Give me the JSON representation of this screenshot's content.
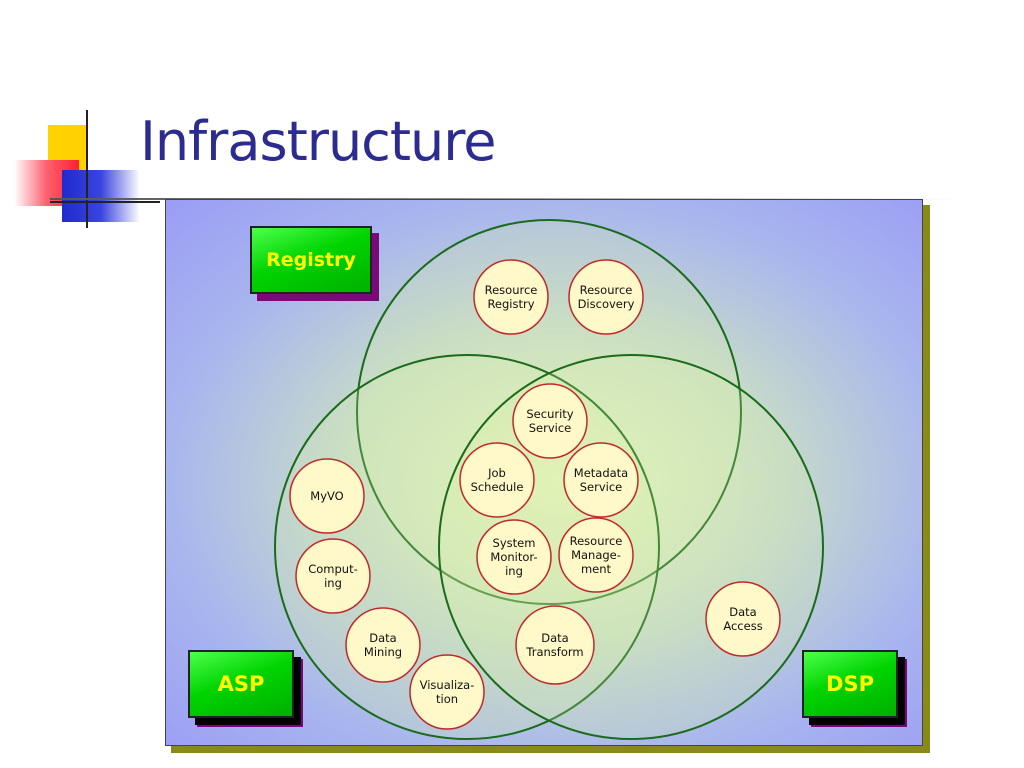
{
  "slide": {
    "title": "Infrastructure"
  },
  "badges": {
    "registry": "Registry",
    "asp": "ASP",
    "dsp": "DSP"
  },
  "nodes": [
    {
      "id": "resource-registry",
      "lines": [
        "Resource",
        "Registry"
      ]
    },
    {
      "id": "resource-discovery",
      "lines": [
        "Resource",
        "Discovery"
      ]
    },
    {
      "id": "security-service",
      "lines": [
        "Security",
        "Service"
      ]
    },
    {
      "id": "job-schedule",
      "lines": [
        "Job",
        "Schedule"
      ]
    },
    {
      "id": "metadata-service",
      "lines": [
        "Metadata",
        "Service"
      ]
    },
    {
      "id": "system-monitoring",
      "lines": [
        "System",
        "Monitor-",
        "ing"
      ]
    },
    {
      "id": "resource-management",
      "lines": [
        "Resource",
        "Manage-",
        "ment"
      ]
    },
    {
      "id": "myvo",
      "lines": [
        "MyVO"
      ]
    },
    {
      "id": "computing",
      "lines": [
        "Comput-",
        "ing"
      ]
    },
    {
      "id": "data-mining",
      "lines": [
        "Data",
        "Mining"
      ]
    },
    {
      "id": "visualization",
      "lines": [
        "Visualiza-",
        "tion"
      ]
    },
    {
      "id": "data-transform",
      "lines": [
        "Data",
        "Transform"
      ]
    },
    {
      "id": "data-access",
      "lines": [
        "Data",
        "Access"
      ]
    }
  ],
  "colors": {
    "title": "#2b2b90",
    "venn_stroke": "#1a6b1a",
    "node_fill": "#fff8c8",
    "node_stroke": "#c0282c",
    "badge_text": "#ffff00"
  }
}
